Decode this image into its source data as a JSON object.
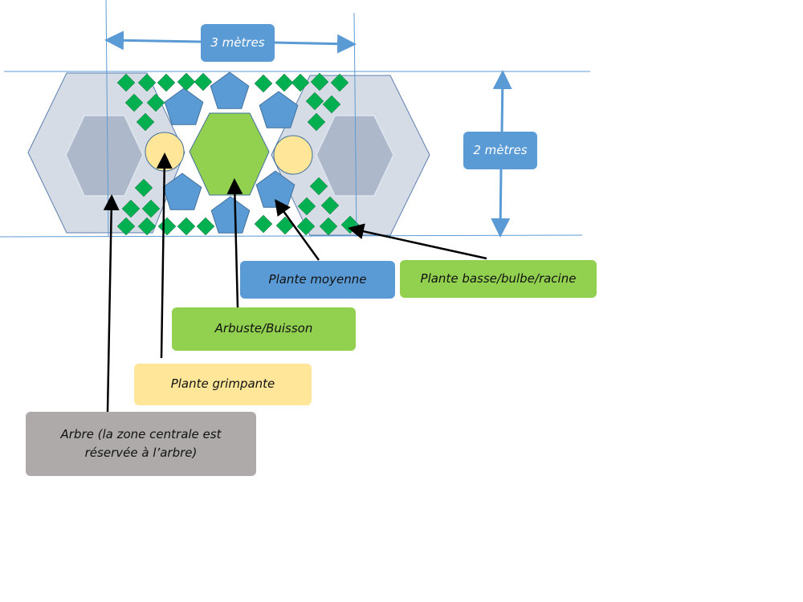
{
  "dimensions": {
    "width_label": "3 mètres",
    "height_label": "2 mètres"
  },
  "legend": {
    "medium_plant": "Plante moyenne",
    "low_plant": "Plante basse/bulbe/racine",
    "shrub": "Arbuste/Buisson",
    "climbing_plant": "Plante grimpante",
    "tree_line1": "Arbre (la zone centrale est",
    "tree_line2": "réservée à l’arbre)"
  },
  "colors": {
    "dimension_blue": "#5b9bd5",
    "medium_plant": "#5b9bd5",
    "low_plant": "#00b050",
    "shrub": "#92d050",
    "climbing_plant": "#ffe699",
    "tree_outer": "#d6dce5",
    "tree_inner": "#adb9ca",
    "tree_label": "#aeaaaa"
  }
}
